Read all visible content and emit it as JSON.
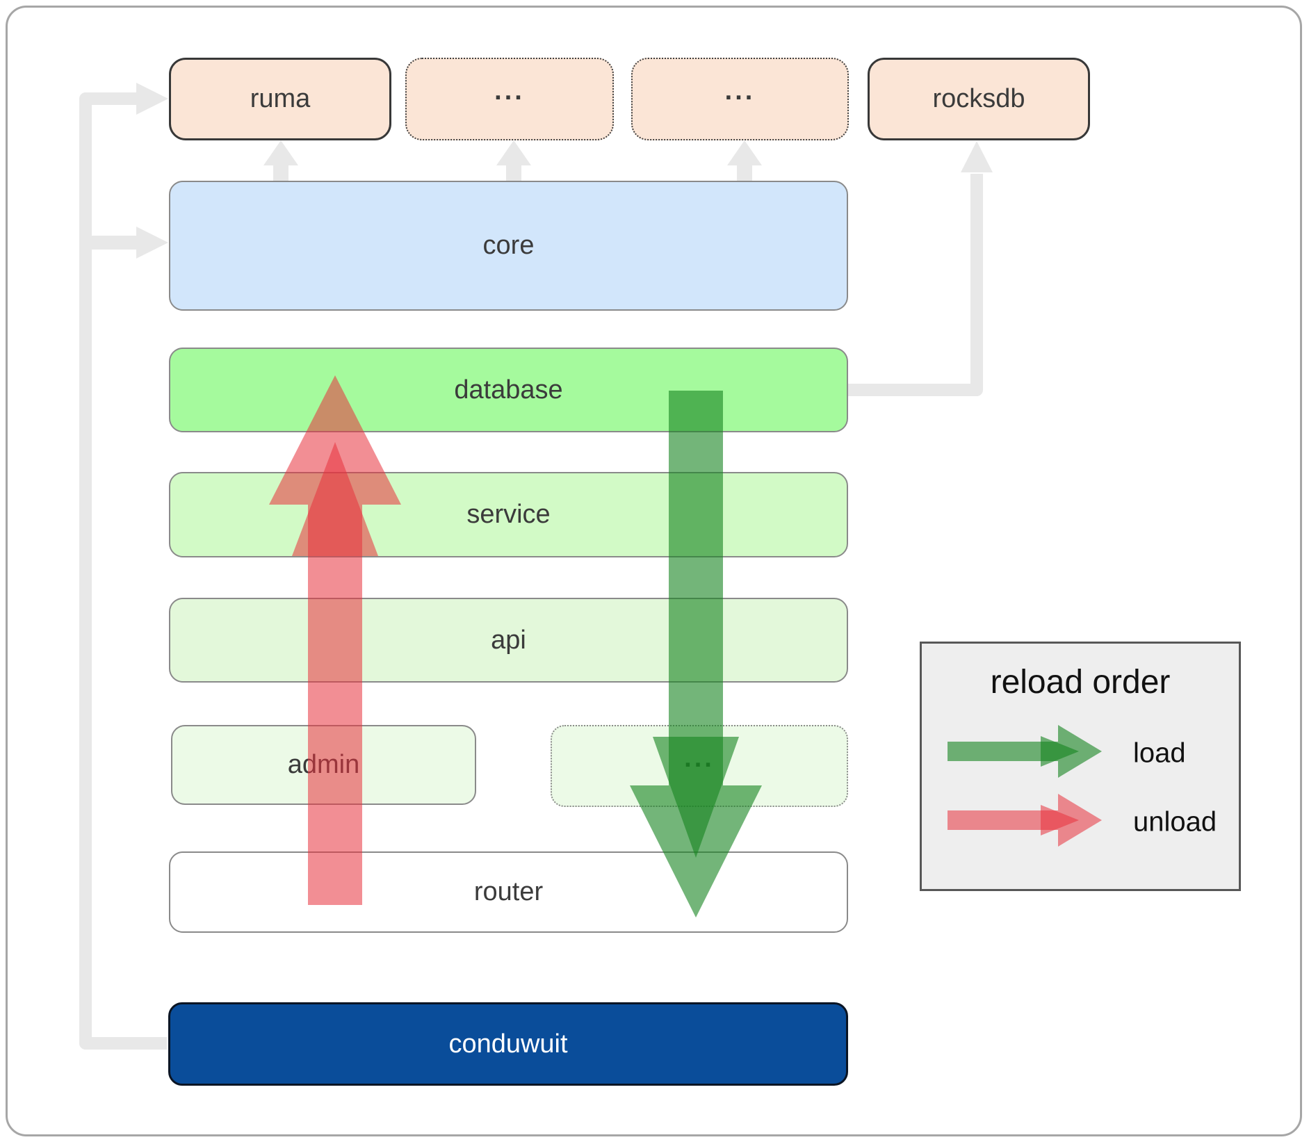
{
  "boxes": {
    "ruma": {
      "label": "ruma"
    },
    "dep1": {
      "label": "..."
    },
    "dep2": {
      "label": "..."
    },
    "rocksdb": {
      "label": "rocksdb"
    },
    "core": {
      "label": "core"
    },
    "database": {
      "label": "database"
    },
    "service": {
      "label": "service"
    },
    "api": {
      "label": "api"
    },
    "admin": {
      "label": "admin"
    },
    "more": {
      "label": "..."
    },
    "router": {
      "label": "router"
    },
    "conduwuit": {
      "label": "conduwuit"
    }
  },
  "legend": {
    "title": "reload order",
    "items": [
      {
        "id": "load",
        "label": "load",
        "color": "#15841f"
      },
      {
        "id": "unload",
        "label": "unload",
        "color": "#e8323c"
      }
    ]
  },
  "colors": {
    "dependency_fill": "#fbe5d6",
    "core_fill": "#d2e6fb",
    "database_fill": "#a5fa9d",
    "service_fill": "#d2fac6",
    "api_fill": "#e3f8da",
    "admin_fill": "#ecfae7",
    "router_fill": "#ffffff",
    "conduwuit_fill": "#0a4d9a",
    "connector_gray": "#e8e8e8",
    "load_green": "#15841f",
    "unload_red": "#e8323c",
    "legend_bg": "#eeeeee"
  }
}
